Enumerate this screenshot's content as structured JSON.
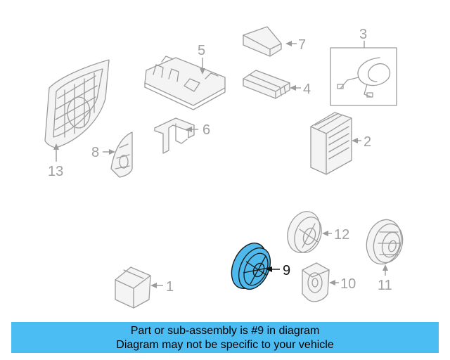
{
  "diagram": {
    "callouts": [
      {
        "id": "1",
        "label": "1"
      },
      {
        "id": "2",
        "label": "2"
      },
      {
        "id": "3",
        "label": "3"
      },
      {
        "id": "4",
        "label": "4"
      },
      {
        "id": "5",
        "label": "5"
      },
      {
        "id": "6",
        "label": "6"
      },
      {
        "id": "7",
        "label": "7"
      },
      {
        "id": "8",
        "label": "8"
      },
      {
        "id": "9",
        "label": "9",
        "highlighted": true
      },
      {
        "id": "10",
        "label": "10"
      },
      {
        "id": "11",
        "label": "11"
      },
      {
        "id": "12",
        "label": "12"
      },
      {
        "id": "13",
        "label": "13"
      }
    ],
    "colors": {
      "highlight": "#4db9ec",
      "caption_bg": "#4cbdf3",
      "line": "#9c9c9c"
    }
  },
  "caption": {
    "line1": "Part or sub-assembly is #9 in diagram",
    "line2": "Diagram may not be specific to your vehicle"
  }
}
